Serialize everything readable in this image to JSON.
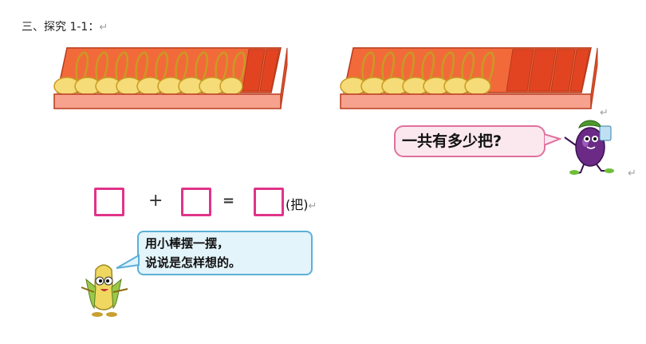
{
  "heading": "三、探究 1-1：",
  "return_mark": "↵",
  "question_bubble": "一共有多少把?",
  "equation": {
    "plus": "+",
    "equals": "=",
    "unit": "(把)"
  },
  "hint_bubble": {
    "line1": "用小棒摆一摆，",
    "line2": "说说是怎样想的。"
  },
  "colors": {
    "tray_red": "#f0502c",
    "tray_pink": "#f7a28f",
    "spoon_yellow": "#f6dc78",
    "box_border": "#e0338a",
    "bubble1_border": "#e0709c",
    "bubble2_border": "#5bb0d6"
  },
  "images": {
    "left_tray": "tray-of-spoons",
    "right_tray": "tray-of-spoons",
    "eggplant": "eggplant-character",
    "corn": "corn-character"
  }
}
